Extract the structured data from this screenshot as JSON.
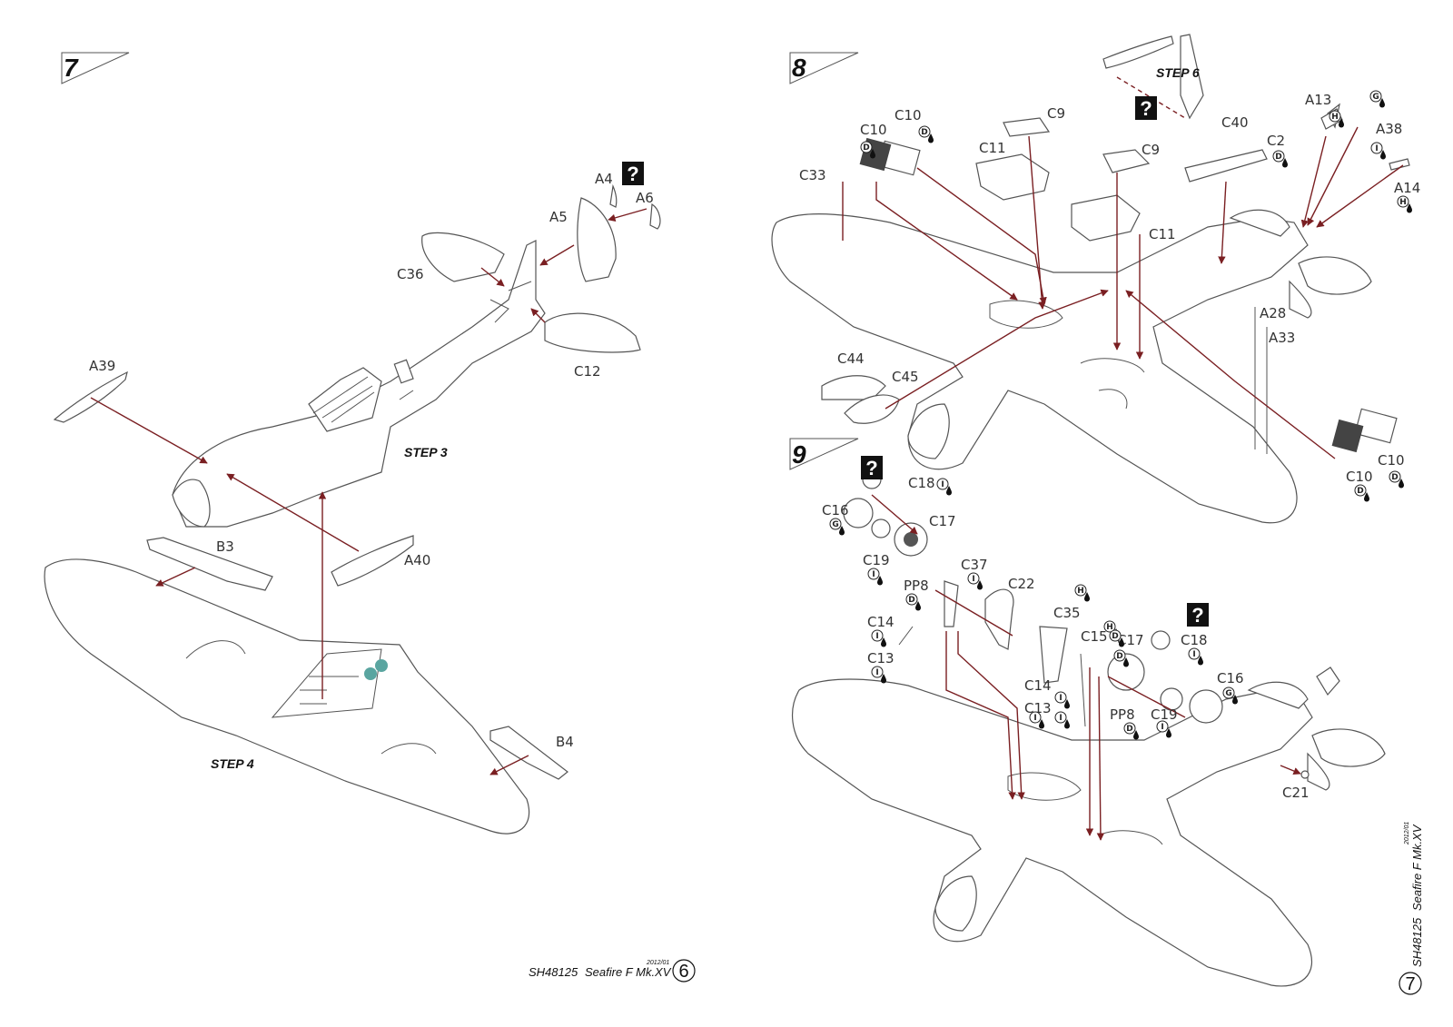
{
  "left_page": {
    "section_number": "7",
    "step3_label": "STEP 3",
    "step4_label": "STEP 4",
    "parts": [
      "A4",
      "A6",
      "A5",
      "C36",
      "C12",
      "A39",
      "B3",
      "A40",
      "B4"
    ],
    "footer_code": "SH48125",
    "footer_model": "Seafire F Mk.XV",
    "footer_date": "2012/01",
    "page_number": "6"
  },
  "right_page": {
    "section8_number": "8",
    "section9_number": "9",
    "step6_label": "STEP 6",
    "parts8": [
      "C10",
      "C10",
      "C9",
      "C33",
      "C11",
      "C9",
      "C40",
      "C2",
      "A13",
      "A38",
      "A14",
      "C11",
      "A28",
      "A33",
      "C44",
      "C45",
      "C10",
      "C10"
    ],
    "parts9": [
      "C18",
      "C16",
      "C17",
      "C19",
      "C37",
      "C22",
      "PP8",
      "C14",
      "C13",
      "C35",
      "C15",
      "C17",
      "C18",
      "C14",
      "C13",
      "PP8",
      "C19",
      "C16",
      "C21"
    ],
    "badges": [
      "D",
      "D",
      "D",
      "D",
      "G",
      "I",
      "H",
      "I",
      "D",
      "H",
      "H",
      "D",
      "D",
      "I",
      "G",
      "I",
      "I",
      "D",
      "H",
      "I",
      "I",
      "I",
      "I",
      "D",
      "I",
      "I",
      "G"
    ],
    "footer_code": "SH48125",
    "footer_model": "Seafire F Mk.XV",
    "footer_date": "2012/01",
    "page_number": "7"
  },
  "colors": {
    "arrow": "#7a1f22",
    "outline": "#555555",
    "accent": "#5aa5a0"
  }
}
